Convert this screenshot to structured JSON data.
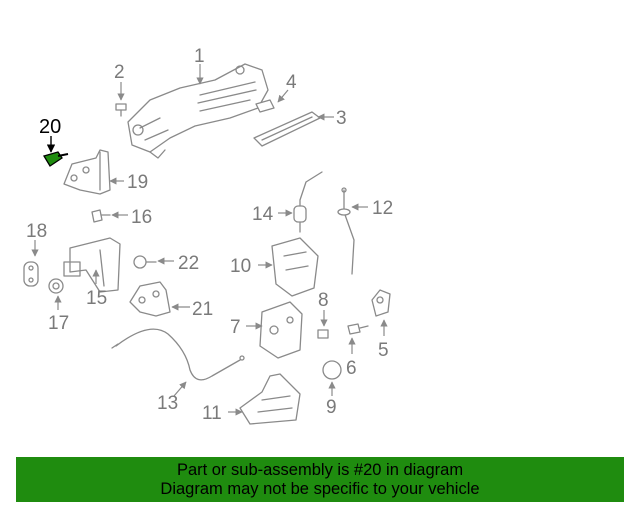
{
  "callouts": {
    "c1": "1",
    "c2": "2",
    "c3": "3",
    "c4": "4",
    "c5": "5",
    "c6": "6",
    "c7": "7",
    "c8": "8",
    "c9": "9",
    "c10": "10",
    "c11": "11",
    "c12": "12",
    "c13": "13",
    "c14": "14",
    "c15": "15",
    "c16": "16",
    "c17": "17",
    "c18": "18",
    "c19": "19",
    "c20": "20",
    "c21": "21",
    "c22": "22"
  },
  "highlight": {
    "part_number": "20",
    "color": "#1f8c0f"
  },
  "banner": {
    "line1": "Part or sub-assembly is #20 in diagram",
    "line2": "Diagram may not be specific to your vehicle",
    "background": "#1f8c0f"
  }
}
